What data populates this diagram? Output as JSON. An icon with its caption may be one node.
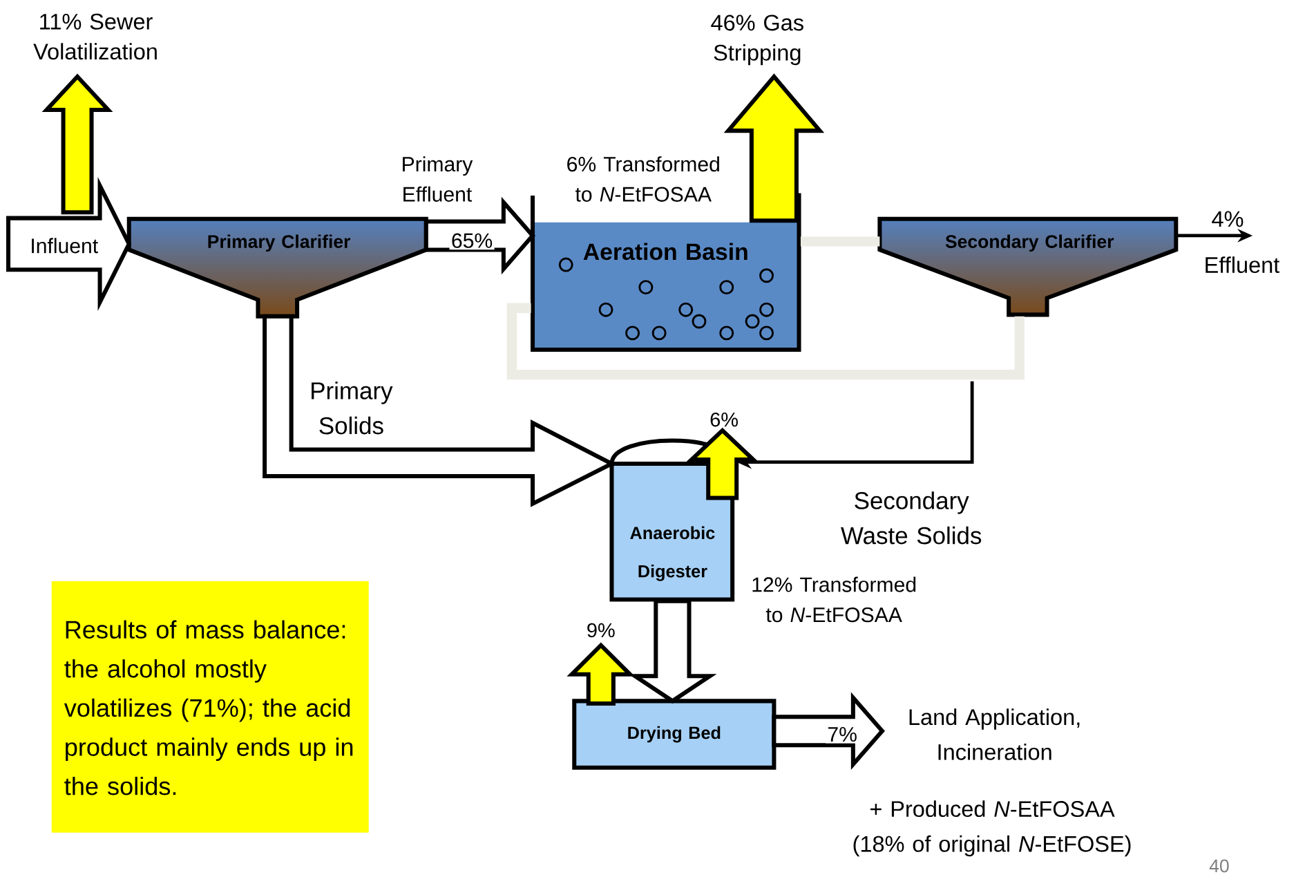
{
  "diagram": {
    "nodes": [
      {
        "text": [
          "Primary Clarifier"
        ]
      },
      {
        "text": [
          "Aeration Basin"
        ]
      },
      {
        "text": [
          "Secondary Clarifier"
        ]
      },
      {
        "text": [
          "Anaerobic Digester"
        ]
      },
      {
        "text": [
          "Drying Bed"
        ]
      },
      {
        "text": [
          "Results of mass balance:  the  alcohol mostly volatilizes (71%); the acid product mainly ends up in the  solids."
        ]
      },
      {
        "text": [
          "11% Sewer Volatilization"
        ]
      },
      {
        "text": [
          "46% Gas Stripping"
        ]
      },
      {
        "text": [
          "6%"
        ]
      },
      {
        "text": [
          "9%"
        ]
      },
      {
        "text": [
          "Effluent"
        ]
      },
      {
        "text": [
          "Land Application, Incineration"
        ],
        "beside": [
          "+ Produced *N*-EtFOSAA (18% of original *N*-EtFOSE)"
        ]
      }
    ],
    "edges": [
      {
        "from": null,
        "to": 0,
        "arrow": "to",
        "label": "Influent",
        "style": "thick"
      },
      {
        "from": null,
        "to": 6,
        "arrow": "to",
        "style": "thick",
        "color": "#ffff00"
      },
      {
        "from": 0,
        "to": 1,
        "arrow": "to",
        "label": "65%",
        "style": "thick"
      },
      {
        "from": 1,
        "to": 7,
        "arrow": "to",
        "style": "thick",
        "color": "#ffff00"
      },
      {
        "from": 1,
        "to": 2,
        "arrow": "none",
        "style": "thick",
        "color": "#ecece4"
      },
      {
        "from": 2,
        "to": 1,
        "arrow": "none",
        "style": "thick",
        "color": "#ecece4"
      },
      {
        "from": 2,
        "to": 3,
        "arrow": "to",
        "color": "#000000"
      },
      {
        "from": 0,
        "to": 3,
        "arrow": "to",
        "style": "thick"
      },
      {
        "from": 3,
        "to": 8,
        "arrow": "to",
        "style": "thick",
        "color": "#ffff00"
      },
      {
        "from": 3,
        "to": 4,
        "arrow": "to",
        "style": "thick"
      },
      {
        "from": 4,
        "to": 9,
        "arrow": "to",
        "style": "thick",
        "color": "#ffff00"
      },
      {
        "from": 4,
        "to": 11,
        "arrow": "to",
        "label": "7%",
        "style": "thick"
      },
      {
        "from": 2,
        "to": 10,
        "arrow": "to",
        "label": "4%",
        "color": "#000000"
      }
    ],
    "labels": [
      "Primary Effluent",
      "6% Transformed to *N*-EtFOSAA",
      "Primary Solids",
      "Secondary Waste Solids",
      "12% Transformed to *N*-EtFOSAA",
      "40"
    ]
  }
}
